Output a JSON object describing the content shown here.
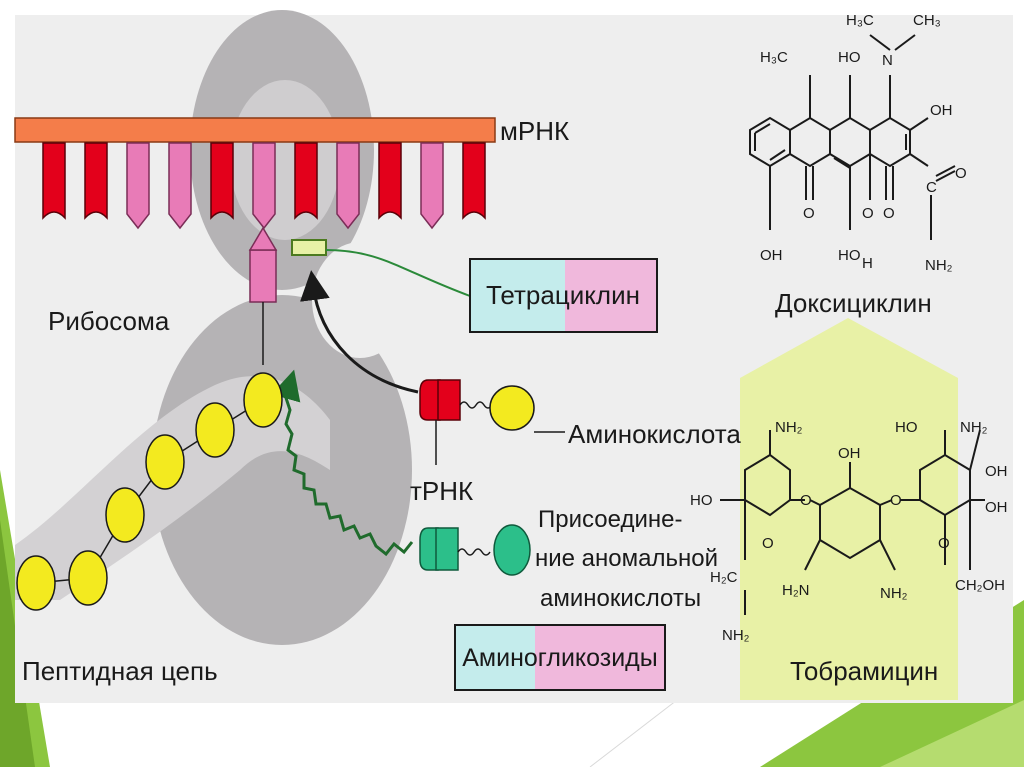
{
  "colors": {
    "slide_accent": "#8cc63f",
    "panel_bg": "#eeeeee",
    "ribosome": "#b5b3b5",
    "mrna": "#f47d4a",
    "codon_red": "#e3001b",
    "codon_pink": "#e87bb7",
    "amino_yellow": "#f3ea1f",
    "trna_teal": "#2cbf8a",
    "green_field": "#e8f1a6"
  },
  "labels": {
    "mrna": "мРНК",
    "ribosome": "Рибосома",
    "tetracycline": "Тетрациклин",
    "amino_acid": "Аминокислота",
    "trna": "тРНК",
    "anomalous_line1": "Присоедине-",
    "anomalous_line2": "ние аномальной",
    "anomalous_line3": "аминокислоты",
    "aminoglycosides": "Аминогликозиды",
    "peptide_chain": "Пептидная цепь",
    "doxycycline": "Доксициклин",
    "tobramycin": "Тобрамицин"
  },
  "chem": {
    "h3c_left": "H₃C",
    "h3c_n": "H₃C",
    "ch3": "CH₃",
    "n": "N",
    "ho_top": "HO",
    "oh_right": "OH",
    "o_ketone": "O",
    "c": "C",
    "nh2_amide": "NH₂",
    "oh_b1": "OH",
    "o_b2": "O",
    "ho_b3": "HO",
    "o_b4": "O",
    "h_b4": "H",
    "o_b5": "O",
    "t_nh2_1": "NH₂",
    "t_ho_1": "HO",
    "t_o_1": "O",
    "t_o_ring1": "O",
    "t_h2c": "H₂C",
    "t_nh2_2": "NH₂",
    "t_oh_mid": "OH",
    "t_h2n": "H₂N",
    "t_nh2_mid": "NH₂",
    "t_o_2": "O",
    "t_ho_r": "HO",
    "t_nh2_r": "NH₂",
    "t_oh_r1": "OH",
    "t_oh_r2": "OH",
    "t_o_ring2": "O",
    "t_ch2oh": "CH₂OH"
  }
}
